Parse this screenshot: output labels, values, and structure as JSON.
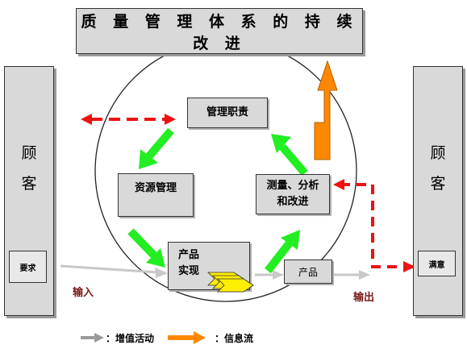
{
  "title": "质 量 管 理 体 系 的 持 续 改 进",
  "customer_left": {
    "line1": "顾",
    "line2": "客",
    "inner": "要求"
  },
  "customer_right": {
    "line1": "顾",
    "line2": "客",
    "inner": "满意"
  },
  "processes": {
    "management": "管理职责",
    "resource": "资源管理",
    "measurement_line1": "测量、分析",
    "measurement_line2": "和改进",
    "realization_line1": "产品",
    "realization_line2": "实现",
    "product": "产品"
  },
  "labels": {
    "input": "输入",
    "output": "输出"
  },
  "legend": {
    "value_added": "：增值活动",
    "info_flow": "：信息流"
  },
  "colors": {
    "green_arrow": "#22ee22",
    "red_dashed": "#ee1111",
    "orange_arrow": "#ff8800",
    "gray_arrow": "#c0c0c0"
  }
}
